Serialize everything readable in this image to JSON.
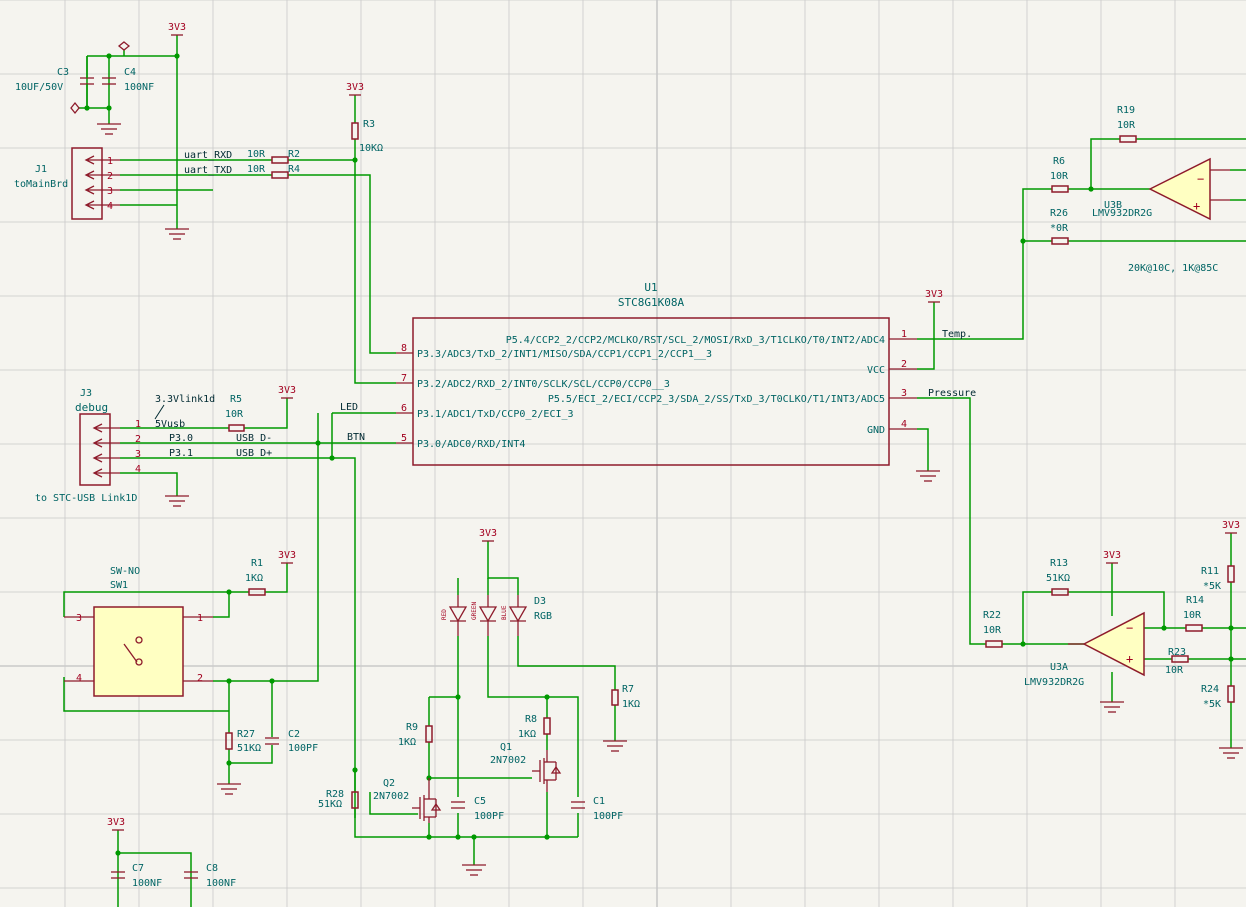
{
  "colors": {
    "background": "#f5f4ef",
    "grid": "#c9c9c9",
    "wire": "#009900",
    "body": "#8e1b2b",
    "body_fill": "#ffffc2",
    "pin": "#8e1b2b",
    "pin_num": "#a2001f",
    "ref": "#006464",
    "value": "#006464",
    "net": "#002a32",
    "power": "#7a0000"
  },
  "icons": {
    "power_flag": "diamond-power-flag-icon",
    "ground": "ground-symbol-icon",
    "connector_pin": "chevron-left-arrow-icon",
    "switch": "push-switch-icon",
    "opamp": "triangle-opamp-icon",
    "mosfet": "n-mosfet-icon",
    "led": "led-triangle-icon",
    "junction": "junction-dot-icon"
  },
  "u1": {
    "ref": "U1",
    "value": "STC8G1K08A",
    "left_pins": [
      {
        "num": "8",
        "name": "P3.3/ADC3/TxD_2/INT1/MISO/SDA/CCP1/CCP1_2/CCP1__3"
      },
      {
        "num": "7",
        "name": "P3.2/ADC2/RXD_2/INT0/SCLK/SCL/CCP0/CCP0__3"
      },
      {
        "num": "6",
        "name": "P3.1/ADC1/TxD/CCP0_2/ECI_3"
      },
      {
        "num": "5",
        "name": "P3.0/ADC0/RXD/INT4"
      }
    ],
    "top_pins": [
      {
        "num": "1",
        "name": "P5.4/CCP2_2/CCP2/MCLKO/RST/SCL_2/MOSI/RxD_3/T1CLKO/T0/INT2/ADC4"
      },
      {
        "num": "3",
        "name": "P5.5/ECI_2/ECI/CCP2_3/SDA_2/SS/TxD_3/T0CLKO/T1/INT3/ADC5"
      }
    ],
    "right_pins": [
      {
        "num": "2",
        "name": "VCC"
      },
      {
        "num": "4",
        "name": "GND"
      }
    ]
  },
  "power": {
    "v33": "3V3"
  },
  "j1": {
    "ref": "J1",
    "value": "toMainBrd",
    "pins": [
      "1",
      "2",
      "3",
      "4"
    ]
  },
  "j3": {
    "ref": "J3",
    "value": "debug",
    "note": "to STC-USB Link1D",
    "pins": [
      "1",
      "2",
      "3",
      "4"
    ]
  },
  "caps": {
    "c3": {
      "ref": "C3",
      "value": "10UF/50V"
    },
    "c4": {
      "ref": "C4",
      "value": "100NF"
    },
    "c2": {
      "ref": "C2",
      "value": "100PF"
    },
    "c5": {
      "ref": "C5",
      "value": "100PF"
    },
    "c1": {
      "ref": "C1",
      "value": "100PF"
    },
    "c7": {
      "ref": "C7",
      "value": "100NF"
    },
    "c8": {
      "ref": "C8",
      "value": "100NF"
    }
  },
  "res": {
    "r2": {
      "ref": "R2",
      "value": "10R"
    },
    "r4": {
      "ref": "R4",
      "value": "10R"
    },
    "r3": {
      "ref": "R3",
      "value": "10KΩ"
    },
    "r5": {
      "ref": "R5",
      "value": "10R"
    },
    "r1": {
      "ref": "R1",
      "value": "1KΩ"
    },
    "r27": {
      "ref": "R27",
      "value": "51KΩ"
    },
    "r28": {
      "ref": "R28",
      "value": "51KΩ"
    },
    "r9": {
      "ref": "R9",
      "value": "1KΩ"
    },
    "r8": {
      "ref": "R8",
      "value": "1KΩ"
    },
    "r7": {
      "ref": "R7",
      "value": "1KΩ"
    },
    "r19": {
      "ref": "R19",
      "value": "10R"
    },
    "r6": {
      "ref": "R6",
      "value": "10R"
    },
    "r26": {
      "ref": "R26",
      "value": "*0R"
    },
    "r13": {
      "ref": "R13",
      "value": "51KΩ"
    },
    "r22": {
      "ref": "R22",
      "value": "10R"
    },
    "r14": {
      "ref": "R14",
      "value": "10R"
    },
    "r23": {
      "ref": "R23",
      "value": "10R"
    },
    "r11": {
      "ref": "R11",
      "value": "*5K"
    },
    "r24": {
      "ref": "R24",
      "value": "*5K"
    }
  },
  "sw1": {
    "ref": "SW1",
    "value": "SW-NO",
    "pin_1": "1",
    "pin_2": "2",
    "pin_3": "3",
    "pin_4": "4"
  },
  "d3": {
    "ref": "D3",
    "value": "RGB",
    "red": "RED",
    "green": "GREEN",
    "blue": "BLUE"
  },
  "q1": {
    "ref": "Q1",
    "value": "2N7002"
  },
  "q2": {
    "ref": "Q2",
    "value": "2N7002"
  },
  "u3a": {
    "ref": "U3A",
    "value": "LMV932DR2G"
  },
  "u3b": {
    "ref": "U3B",
    "value": "LMV932DR2G"
  },
  "nets": {
    "uart_rxd": "uart_RXD",
    "uart_txd": "uart_TXD",
    "temp": "Temp.",
    "pressure": "Pressure",
    "led": "LED",
    "btn": "BTN",
    "p30": "P3.0",
    "p31": "P3.1",
    "usb_dm": "USB D-",
    "usb_dp": "USB D+",
    "v33link": "3.3Vlink1d",
    "v5usb": "5Vusb"
  },
  "notes": {
    "thermistor": "20K@10C, 1K@85C"
  }
}
